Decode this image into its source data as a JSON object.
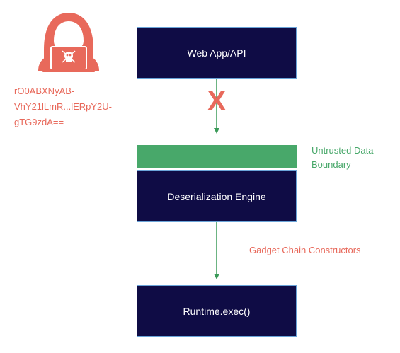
{
  "diagram": {
    "nodes": {
      "web_app": "Web App/API",
      "deserialization_engine": "Deserialization Engine",
      "runtime_exec": "Runtime.exec()"
    },
    "blocked_mark": "X",
    "boundary_label_line1": "Untrusted Data",
    "boundary_label_line2": "Boundary",
    "gadget_label": "Gadget Chain Constructors",
    "payload_lines": [
      "rO0ABXNyAB-",
      "VhY21lLmR...lERpY2U-",
      "gTG9zdA=="
    ],
    "attacker_icon": "hacker-hoodie-icon"
  },
  "colors": {
    "box_fill": "#0f0c45",
    "box_border": "#6aa4d8",
    "boundary": "#48a86a",
    "attacker": "#e8695b",
    "arrow": "#3a9a58"
  }
}
